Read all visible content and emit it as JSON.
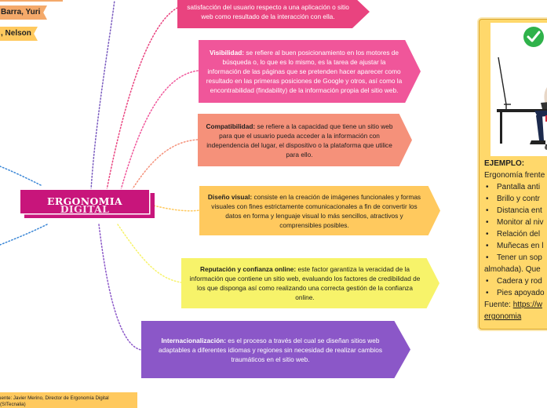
{
  "center": {
    "line1": "ERGONOMIA",
    "line2": "DIGITAL"
  },
  "tags": {
    "top": "Barra, Yuri",
    "bottom": ", Nelson"
  },
  "branches": [
    {
      "term": "",
      "text": "satisfacción del usuario respecto a una aplicación o sitio web como resultado de la interacción con ella.",
      "color": "#e9437f"
    },
    {
      "term": "Visibilidad:",
      "text": " se refiere al buen posicionamiento en los motores de búsqueda o, lo que es lo mismo, es la tarea de ajustar la información de las páginas que se pretenden hacer aparecer como resultado en las primeras posiciones de Google y otros, así como la encontrabilidad (findability) de la información propia del sitio web.",
      "color": "#f0569a"
    },
    {
      "term": "Compatibilidad:",
      "text": " se refiere a la capacidad que tiene un sitio web para que el usuario pueda acceder a la información con independencia del lugar, el dispositivo o la plataforma que utilice para ello.",
      "color": "#f5917a"
    },
    {
      "term": "Diseño visual:",
      "text": " consiste en la creación de imágenes funcionales y formas visuales con fines estrictamente comunicacionales a fin de convertir los datos en forma y lenguaje visual lo más sencillos, atractivos y comprensibles posibles.",
      "color": "#ffc95e"
    },
    {
      "term": "Reputación y confianza online:",
      "text": " este factor garantiza la veracidad de la información que contiene un sitio web, evaluando los factores de credibilidad de los que disponga así como realizando una correcta gestión de la confianza online.",
      "color": "#f7f36a"
    },
    {
      "term": "Internacionalización:",
      "text": " es el proceso a través del cual se diseñan sitios web adaptables a diferentes idiomas y regiones sin necesidad de realizar cambios traumáticos en el sitio web.",
      "color": "#8b57c8"
    }
  ],
  "source_note": "uente: Javier Merino, Director de Ergonomía Digital (SITecnalia)",
  "example_panel": {
    "heading": "EJEMPLO:",
    "intro": "Ergonomía frente",
    "items": [
      "Pantalla anti",
      "Brillo y contr",
      "Distancia ent",
      "Monitor al niv",
      "Relación del",
      "Muñecas en l",
      "Tener un sop",
      "Cadera y rod",
      "Pies apoyado"
    ],
    "continuation": "almohada). Que",
    "source_label": "Fuente: ",
    "source_link": "https://w",
    "source_link_2": "ergonomia"
  }
}
